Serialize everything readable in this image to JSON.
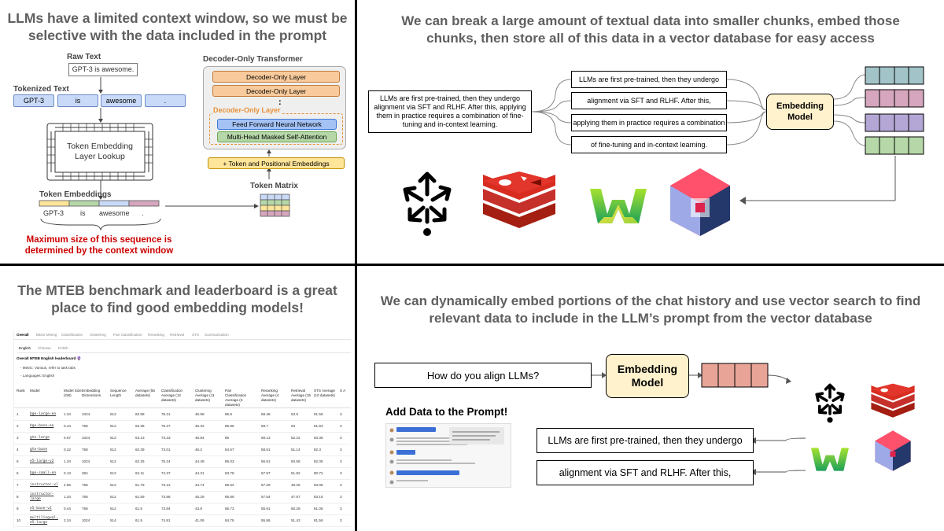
{
  "panel1": {
    "title_line1": "LLMs have a limited context window, so we must be",
    "title_line2": "selective with the data included in the prompt",
    "raw_text_label": "Raw Text",
    "raw_text_value": "GPT-3 is awesome.",
    "tokenized_label": "Tokenized Text",
    "tokens": [
      "GPT-3",
      "is",
      "awesome",
      "."
    ],
    "lookup_label_line1": "Token Embedding",
    "lookup_label_line2": "Layer Lookup",
    "embeddings_label": "Token Embeddings",
    "embedding_tokens": [
      "GPT-3",
      "is",
      "awesome",
      "."
    ],
    "warning_line1": "Maximum size of this sequence is",
    "warning_line2": "determined by the context window",
    "decoder_title": "Decoder-Only Transformer",
    "decoder_layers": [
      "Decoder-Only Layer",
      "Decoder-Only Layer"
    ],
    "ellipsis": ":",
    "inner_layer_label": "Decoder-Only Layer",
    "ffn_label": "Feed Forward Neural Network",
    "attention_label": "Multi-Head Masked Self-Attention",
    "positional_label": "+ Token and Positional Embeddings",
    "token_matrix_label": "Token Matrix",
    "colors": {
      "token": "#c9daf8",
      "decoder": "#f9cb9c",
      "ffn": "#a4c2f4",
      "attention": "#b6d7a8",
      "positional": "#ffe599",
      "warning": "#cc0000"
    }
  },
  "panel2": {
    "title_line1": "We can break a large amount of textual data into smaller chunks, embed those",
    "title_line2": "chunks, then store all of this data in a vector database for easy access",
    "source_text": "LLMs are first pre-trained, then they undergo alignment via SFT and RLHF. After this, applying them in practice requires a combination of fine-tuning and in-context learning.",
    "chunks": [
      "LLMs are first pre-trained, then they undergo",
      "alignment via SFT and RLHF. After this,",
      "applying them in practice requires a combination",
      "of fine-tuning and in-context learning."
    ],
    "embedding_model_line1": "Embedding",
    "embedding_model_line2": "Model",
    "vector_colors": [
      "#a2c4c9",
      "#d5a6bd",
      "#b4a7d6",
      "#b6d7a8"
    ],
    "logo_names": [
      "pinecone-like-logo-icon",
      "redis-logo-icon",
      "weaviate-logo-icon",
      "qdrant-logo-icon"
    ]
  },
  "panel3": {
    "title_line1": "The MTEB benchmark and leaderboard is a great",
    "title_line2": "place to find good embedding models!",
    "tabs": [
      "Overall",
      "Bitext Mining",
      "Classification",
      "Clustering",
      "Pair Classification",
      "Reranking",
      "Retrieval",
      "STS",
      "Summarization"
    ],
    "lang_tabs": [
      "English",
      "Chinese",
      "Polish"
    ],
    "board_title": "Overall MTEB English leaderboard 🔮",
    "metric_line": "- Metric: Various, refer to task tabs",
    "languages_line": "- Languages: English",
    "columns": [
      "Rank",
      "Model",
      "Model Size (GB)",
      "Embedding Dimensions",
      "Sequence Length",
      "Average (56 datasets)",
      "Classification Average (12 datasets)",
      "Clustering Average (11 datasets)",
      "Pair Classification Average (3 datasets)",
      "Reranking Average (4 datasets)",
      "Retrieval Average (15 datasets)",
      "STS Average (10 datasets)",
      "S A"
    ],
    "rows": [
      [
        "1",
        "bge-large-en",
        "1.34",
        "1024",
        "512",
        "63.98",
        "76.21",
        "46.98",
        "85.8",
        "59.48",
        "53.9",
        "81.56",
        "3"
      ],
      [
        "2",
        "bge-base-en",
        "0.44",
        "768",
        "512",
        "63.36",
        "75.27",
        "46.32",
        "85.86",
        "58.7",
        "53",
        "81.84",
        "3"
      ],
      [
        "3",
        "gte-large",
        "0.67",
        "1024",
        "512",
        "63.13",
        "73.33",
        "46.84",
        "85",
        "59.13",
        "52.22",
        "83.35",
        "3"
      ],
      [
        "4",
        "gte-base",
        "0.22",
        "768",
        "512",
        "62.39",
        "73.01",
        "46.2",
        "84.57",
        "58.61",
        "51.14",
        "82.3",
        "3"
      ],
      [
        "5",
        "e5-large-v2",
        "1.34",
        "1024",
        "512",
        "62.25",
        "75.24",
        "44.49",
        "86.03",
        "56.61",
        "50.56",
        "82.05",
        "3"
      ],
      [
        "6",
        "bge-small-en",
        "0.13",
        "384",
        "512",
        "62.11",
        "74.37",
        "44.31",
        "83.78",
        "57.97",
        "51.82",
        "80.72",
        "3"
      ],
      [
        "7",
        "instructor-xl",
        "4.96",
        "768",
        "512",
        "61.79",
        "73.12",
        "44.74",
        "86.62",
        "57.29",
        "49.26",
        "83.06",
        "3"
      ],
      [
        "8",
        "instructor-large",
        "1.34",
        "768",
        "512",
        "61.59",
        "73.86",
        "45.29",
        "85.89",
        "57.54",
        "47.57",
        "83.15",
        "3"
      ],
      [
        "9",
        "e5-base-v2",
        "0.44",
        "768",
        "512",
        "61.5",
        "73.84",
        "43.8",
        "85.73",
        "55.91",
        "50.29",
        "81.05",
        "3"
      ],
      [
        "10",
        "multilingual-e5-large",
        "2.24",
        "1024",
        "514",
        "61.5",
        "74.81",
        "41.06",
        "84.75",
        "55.86",
        "51.43",
        "81.56",
        "3"
      ]
    ]
  },
  "panel4": {
    "title_line1": "We can dynamically embed portions of the chat history and use vector search to find",
    "title_line2": "relevant data to include in the LLM’s prompt from the vector database",
    "query": "How do you align LLMs?",
    "embedding_model_line1": "Embedding",
    "embedding_model_line2": "Model",
    "add_data_title": "Add Data to the Prompt!",
    "retrieved": [
      "LLMs are first pre-trained, then they undergo",
      "alignment via SFT and RLHF. After this,"
    ],
    "query_vector_color": "#dd7e6b",
    "model_color": "#fff2cc"
  }
}
